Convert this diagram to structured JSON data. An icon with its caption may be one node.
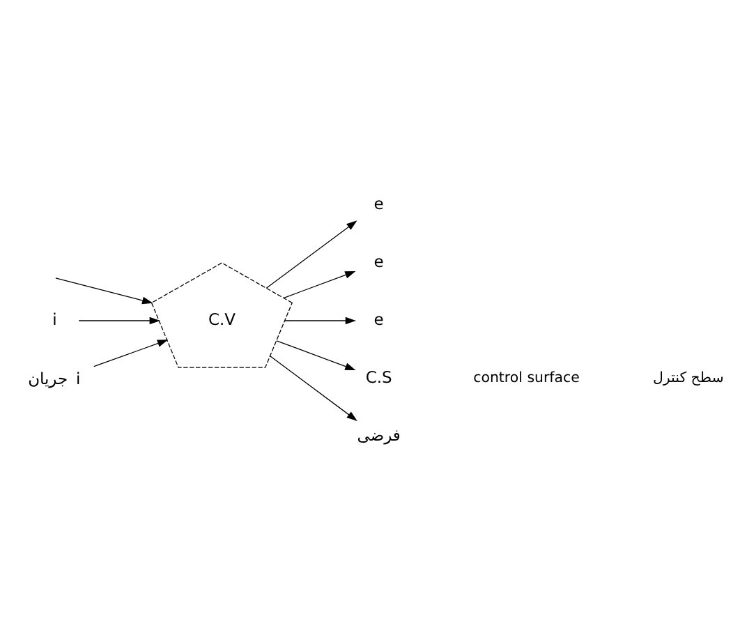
{
  "diagram": {
    "nodes": [
      {
        "text": [
          "C.V"
        ]
      },
      {
        "text": [
          "i"
        ]
      },
      {
        "text": [
          "i"
        ],
        "beside": [
          "جریان"
        ]
      },
      {
        "text": [
          "e"
        ]
      },
      {
        "text": [
          "e"
        ]
      },
      {
        "text": [
          "e"
        ]
      },
      {
        "text": [
          "C.S"
        ]
      },
      {
        "text": [
          "فرضی"
        ]
      }
    ],
    "edges": [
      {
        "from": null,
        "to": 0,
        "arrow": "to"
      },
      {
        "from": 1,
        "to": 0,
        "arrow": "to"
      },
      {
        "from": 2,
        "to": 0,
        "arrow": "to"
      },
      {
        "from": 0,
        "to": 3,
        "arrow": "to"
      },
      {
        "from": 0,
        "to": 4,
        "arrow": "to"
      },
      {
        "from": 0,
        "to": 5,
        "arrow": "to"
      },
      {
        "from": 0,
        "to": 6,
        "arrow": "to"
      },
      {
        "from": 0,
        "to": 7,
        "arrow": "to"
      }
    ],
    "labels": [
      "control surface",
      "سطح کنترل"
    ]
  }
}
